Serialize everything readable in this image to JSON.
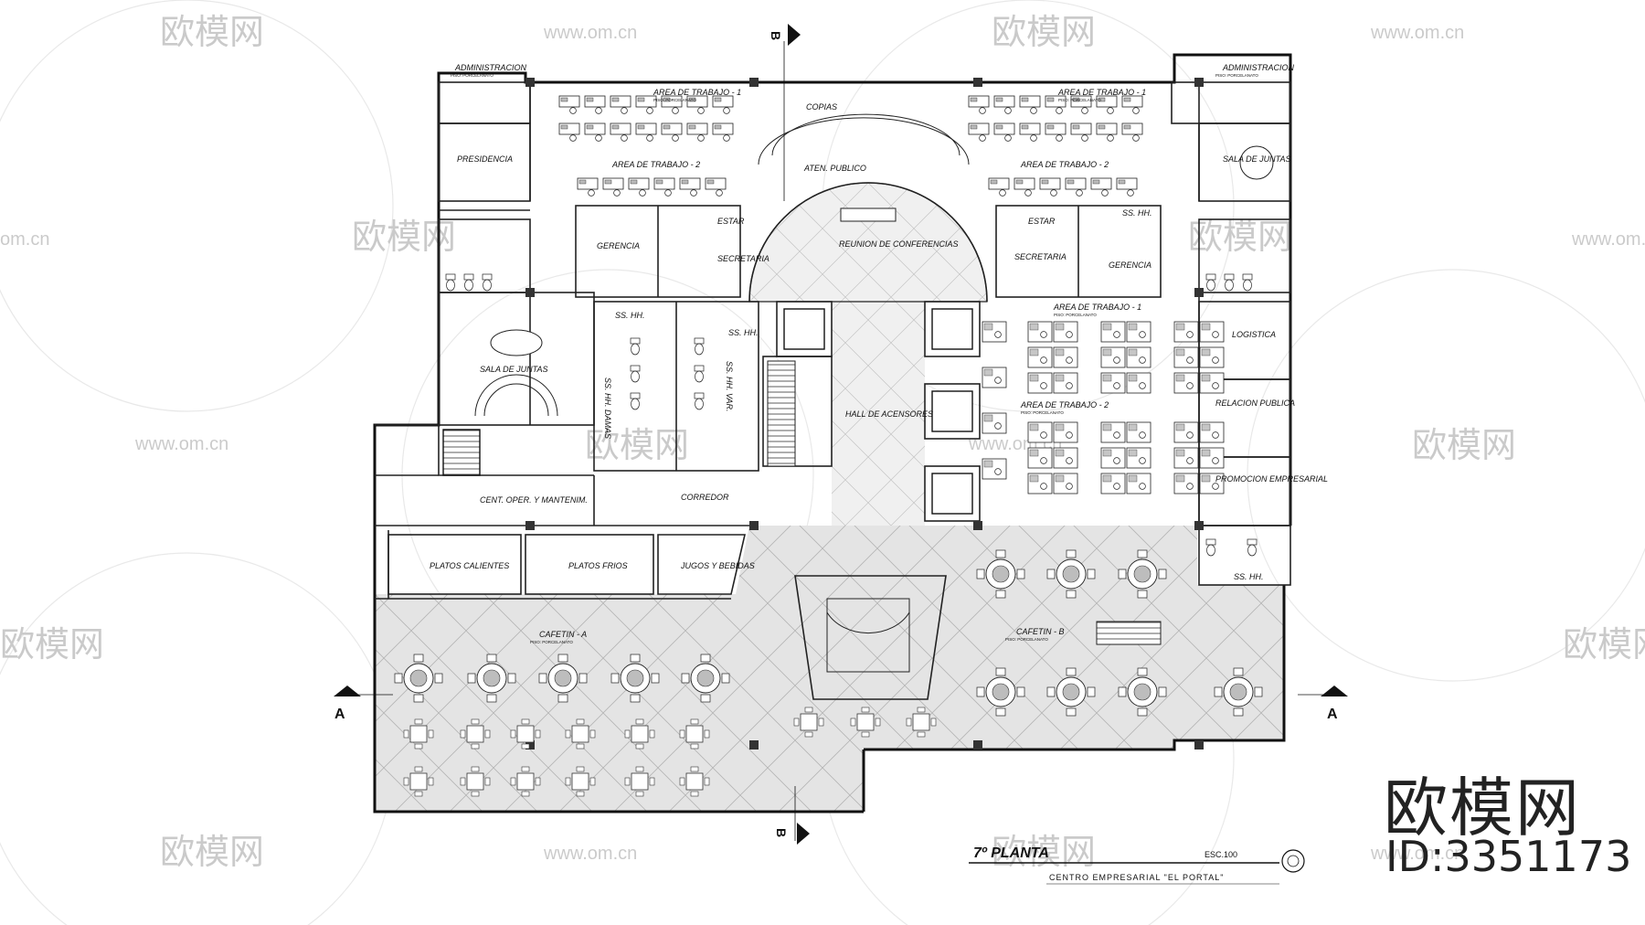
{
  "title_block": {
    "floor": "7º PLANTA",
    "scale": "ESC.100",
    "project": "CENTRO EMPRESARIAL \"EL PORTAL\""
  },
  "section_markers": {
    "a": "A",
    "b": "B"
  },
  "brand": {
    "name": "欧模网",
    "id": "ID:3351173"
  },
  "watermark": {
    "logo": "欧模网",
    "url": "www.om.cn",
    "url_short": "om.cn"
  },
  "floor_finish": "PISO: PORCELANATO",
  "rooms": {
    "administracion_l": "ADMINISTRACION",
    "administracion_r": "ADMINISTRACION",
    "presidencia": "PRESIDENCIA",
    "area_trabajo_1_l": "AREA DE TRABAJO - 1",
    "area_trabajo_2_l": "AREA DE TRABAJO - 2",
    "copias": "COPIAS",
    "aten_publico": "ATEN. PUBLICO",
    "area_trabajo_1_r": "AREA DE TRABAJO - 1",
    "area_trabajo_2_r": "AREA DE TRABAJO - 2",
    "sala_juntas_r": "SALA DE JUNTAS",
    "gerencia_l": "GERENCIA",
    "estar_l": "ESTAR",
    "secretaria_l": "SECRETARIA",
    "reunion_conferencias": "REUNION DE CONFERENCIAS",
    "estar_r": "ESTAR",
    "secretaria_r": "SECRETARIA",
    "gerencia_r": "GERENCIA",
    "ss_hh_top_r": "SS. HH.",
    "ss_hh_1": "SS. HH.",
    "ss_hh_2": "SS. HH.",
    "ss_hh_damas": "SS. HH. DAMAS",
    "ss_hh_varones": "SS. HH. VAR.",
    "sala_juntas_l": "SALA DE JUNTAS",
    "hall_ascensores": "HALL DE ACENSORES",
    "area_trabajo_1_c": "AREA DE TRABAJO - 1",
    "area_trabajo_2_c": "AREA DE TRABAJO - 2",
    "logistica": "LOGISTICA",
    "relacion_publica": "RELACION PUBLICA",
    "promocion_empresarial": "PROMOCION EMPRESARIAL",
    "cent_oper_mant": "CENT. OPER. Y MANTENIM.",
    "corredor": "CORREDOR",
    "platos_calientes": "PLATOS CALIENTES",
    "platos_frios": "PLATOS FRIOS",
    "jugos_bebidas": "JUGOS Y BEBIDAS",
    "cafetin_a": "CAFETIN - A",
    "cafetin_b": "CAFETIN - B",
    "ss_hh_bottom_r": "SS. HH."
  }
}
